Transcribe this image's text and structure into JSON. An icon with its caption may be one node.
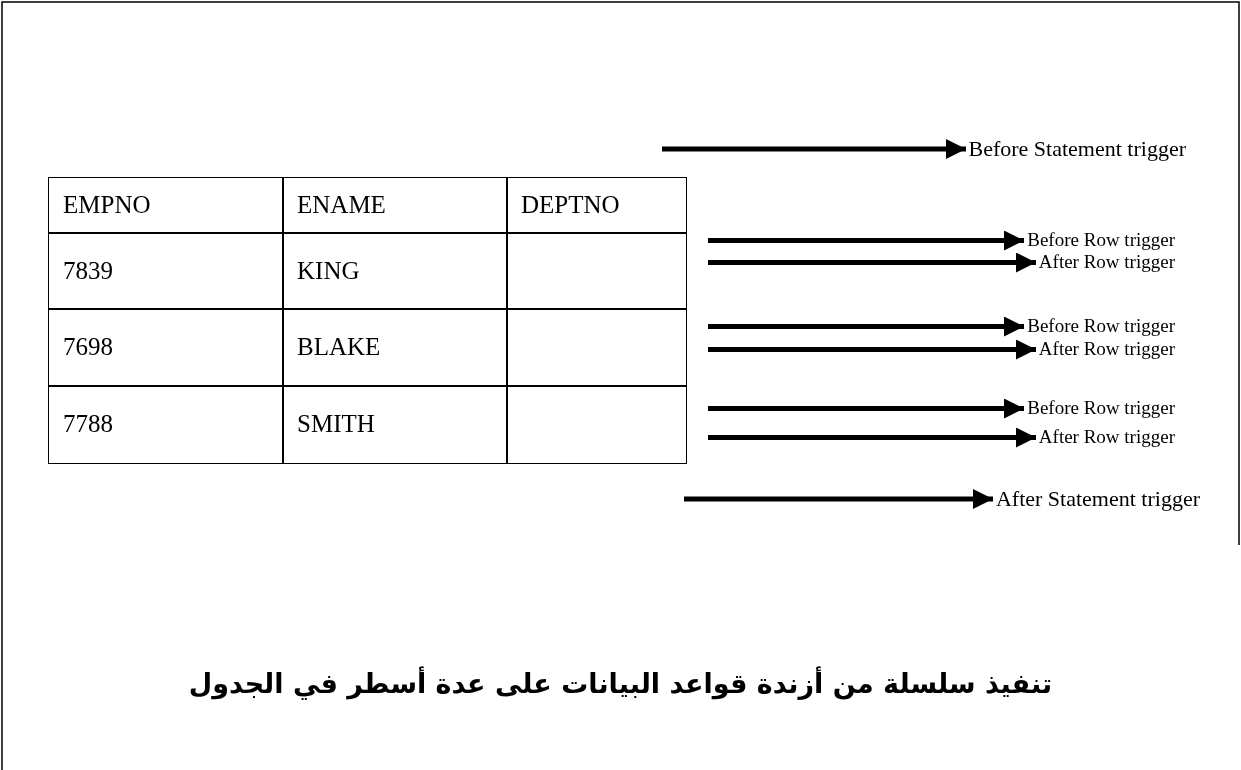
{
  "diagram": {
    "caption": "تنفيذ سلسلة من أزندة قواعد البيانات على عدة أسطر في الجدول",
    "nodes": [
      {
        "text": [
          "Before Statement trigger"
        ]
      },
      {
        "text": [
          "Before Row trigger"
        ]
      },
      {
        "text": [
          "After Row trigger"
        ]
      },
      {
        "text": [
          "Before Row trigger"
        ]
      },
      {
        "text": [
          "After Row trigger"
        ]
      },
      {
        "text": [
          "Before Row trigger"
        ]
      },
      {
        "text": [
          "After Row trigger"
        ]
      },
      {
        "text": [
          "After Statement trigger"
        ]
      }
    ],
    "edges": [
      {
        "from": null,
        "to": 0,
        "arrow": "to"
      },
      {
        "from": null,
        "to": 1,
        "arrow": "to"
      },
      {
        "from": null,
        "to": 2,
        "arrow": "to"
      },
      {
        "from": null,
        "to": 3,
        "arrow": "to"
      },
      {
        "from": null,
        "to": 4,
        "arrow": "to"
      },
      {
        "from": null,
        "to": 5,
        "arrow": "to"
      },
      {
        "from": null,
        "to": 6,
        "arrow": "to"
      },
      {
        "from": null,
        "to": 7,
        "arrow": "to"
      }
    ],
    "labels": [
      "EMPNO",
      "ENAME",
      "DEPTNO",
      "7839",
      "KING",
      "7698",
      "BLAKE",
      "7788",
      "SMITH"
    ]
  }
}
